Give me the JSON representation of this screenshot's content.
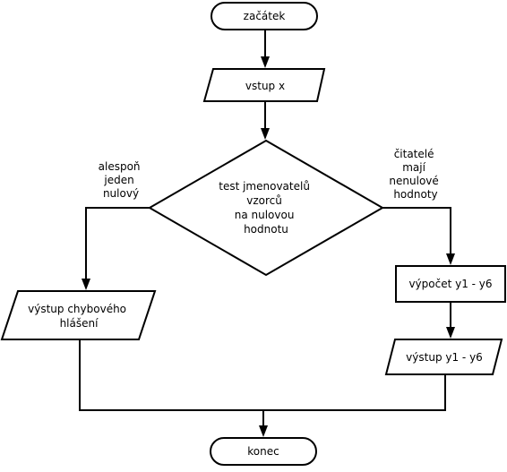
{
  "nodes": {
    "start": {
      "label": "začátek"
    },
    "input": {
      "label": "vstup x"
    },
    "decision": {
      "lines": [
        "test jmenovatelů",
        "vzorců",
        "na nulovou",
        "hodnotu"
      ]
    },
    "error_output": {
      "lines": [
        "výstup chybového",
        "hlášení"
      ]
    },
    "compute": {
      "label": "výpočet y1 - y6"
    },
    "result_output": {
      "label": "výstup y1 - y6"
    },
    "end": {
      "label": "konec"
    }
  },
  "edges": {
    "left_branch": {
      "lines": [
        "alespoň",
        "jeden",
        "nulový"
      ]
    },
    "right_branch": {
      "lines": [
        "čitatelé",
        "mají",
        "nenulové",
        "hodnoty"
      ]
    }
  }
}
